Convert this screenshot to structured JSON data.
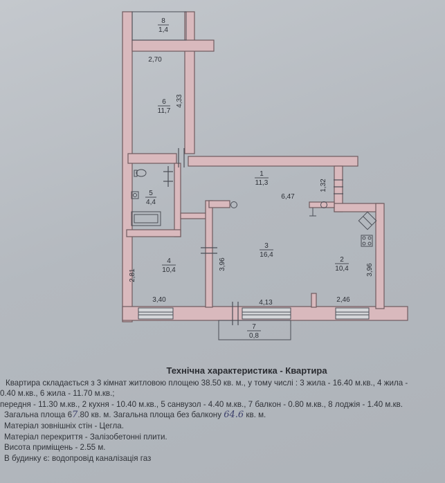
{
  "plan": {
    "rooms": [
      {
        "num": "8",
        "area": "1,4"
      },
      {
        "num": "6",
        "area": "11,7"
      },
      {
        "num": "1",
        "area": "11,3"
      },
      {
        "num": "5",
        "area": "4,4"
      },
      {
        "num": "3",
        "area": "16,4"
      },
      {
        "num": "4",
        "area": "10,4"
      },
      {
        "num": "2",
        "area": "10,4"
      },
      {
        "num": "7",
        "area": "0,8"
      }
    ],
    "dims": [
      "2,70",
      "4,33",
      "6,47",
      "1,32",
      "3,96",
      "2,81",
      "3,96",
      "3,40",
      "4,13",
      "2,46"
    ]
  },
  "doc": {
    "title": "Технічна характеристика - Квартира",
    "lines": [
      "Квартира складається з 3 кімнат житловою площею 38.50 кв. м., у тому числі : 3 жила - 16.40 м.кв., 4 жила -",
      "0.40 м.кв., 6 жила - 11.70 м.кв.;",
      "передня - 11.30 м.кв., 2 кухня - 10.40 м.кв., 5 санвузол - 4.40 м.кв., 7 балкон - 0.80 м.кв., 8 лоджія - 1.40 м.кв.",
      "Матеріал зовнішніх стін - Цегла.",
      "Матеріал перекриття - Залізобетонні плити.",
      "Висота приміщень - 2.55 м.",
      "В будинку є: водопровід каналізація газ"
    ],
    "area_line": {
      "prefix": "Загальна площа 6",
      "hand1": "7",
      "middle": ".80 кв. м.  Загальна площа без балкону ",
      "hand2": "64.6",
      "suffix": " кв. м."
    }
  }
}
